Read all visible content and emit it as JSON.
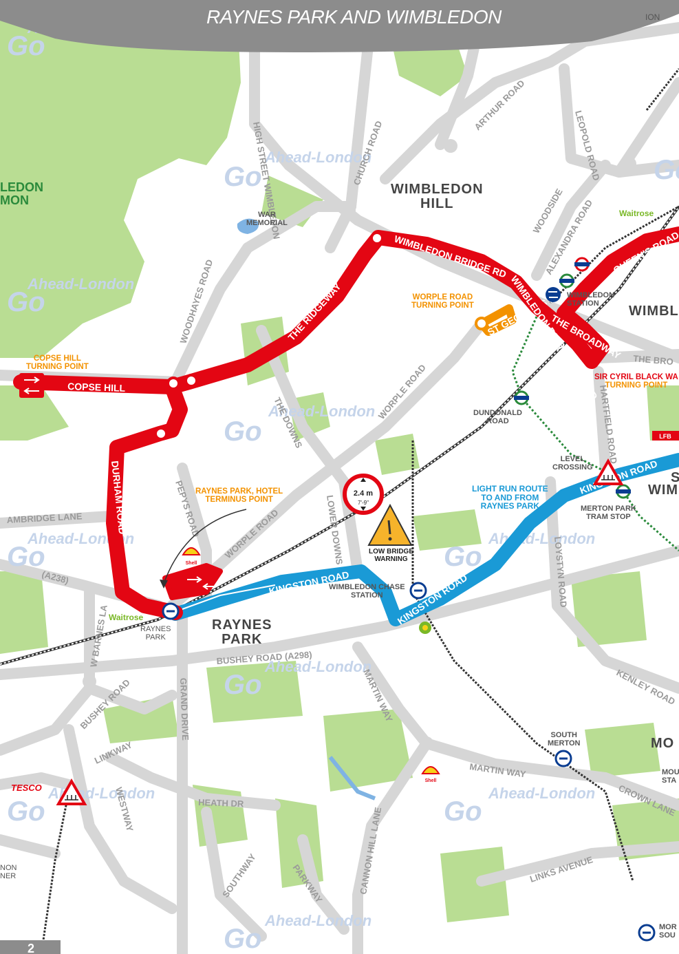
{
  "header": {
    "subtitle": "RAYNES PARK AND WIMBLEDON",
    "edge_fragment": "ION"
  },
  "watermark": {
    "brand": "Ahead-London",
    "mark": "Go"
  },
  "areas": {
    "wimbledon_hill_1": "WIMBLEDON",
    "wimbledon_hill_2": "HILL",
    "raynes_park_1": "RAYNES",
    "raynes_park_2": "PARK",
    "wimb_edge": "WIMBL",
    "wim_edge": "WIM",
    "s_edge": "S",
    "mo_edge": "MO",
    "common_1": "LEDON",
    "common_2": "MON"
  },
  "roads": {
    "the_ridgeway": "THE RIDGEWAY",
    "copse_hill": "COPSE HILL",
    "durham_road": "DURHAM ROAD",
    "wimbledon_bridge_rd": "WIMBLEDON BRIDGE RD",
    "wimbledon_bridge": "WIMBLEDON BRIDGE",
    "the_broadway": "THE BROADWAY",
    "hartfield_road": "HARTFIELD ROAD",
    "queens_road": "QUEEN'S ROAD",
    "kingston_road_1": "KINGSTON ROAD",
    "kingston_road_2": "KINGSTON ROAD",
    "kingston_road_3": "KINGSTON ROAD",
    "worple_road_1": "WORPLE ROAD",
    "worple_road_2": "WORPLE ROAD",
    "high_street": "HIGH STREET WIMBLEDON",
    "church_road": "CHURCH ROAD",
    "arthur_road": "ARTHUR ROAD",
    "leopold_road": "LEOPOLD ROAD",
    "woodside": "WOODSIDE",
    "alexandra_road": "ALEXANDRA ROAD",
    "woodhayes_road": "WOODHAYES ROAD",
    "the_downs": "THE DOWNS",
    "pepys_road": "PEPYS ROAD",
    "cambridge_lane": "AMBRIDGE LANE",
    "lower_downs_rd": "LOWER DOWNS RD",
    "bushey_road": "BUSHEY ROAD (A298)",
    "grand_drive": "GRAND DRIVE",
    "martin_way_1": "MARTIN WAY",
    "martin_way_2": "MARTIN WAY",
    "crown_lane": "CROWN LANE",
    "kenley_road": "KENLEY ROAD",
    "links_avenue": "LINKS AVENUE",
    "heath_dr": "HEATH DR",
    "cannon_hill_lane": "CANNON HILL LANE",
    "parkway": "PARKWAY",
    "southway": "SOUTHWAY",
    "westway": "WESTWAY",
    "linkway": "LINKWAY",
    "bushey_road_2": "BUSHEY ROAD",
    "w_barnes_la": "W BARNES LA",
    "the_broadway_2": "THE BRO",
    "loveston_road": "LOYSTYN ROAD",
    "hartfield_road_2": "HARTFIELD ROAD",
    "a238": "(A238)",
    "worple_rd_small": "ST GEORGE'S RD"
  },
  "places": {
    "war_memorial_1": "WAR",
    "war_memorial_2": "MEMORIAL",
    "wimbledon_station_1": "WIMBLEDON",
    "wimbledon_station_2": "STATION",
    "dundonald_1": "DUNDONALD",
    "dundonald_2": "ROAD",
    "level_crossing_1": "LEVEL",
    "level_crossing_2": "CROSSING",
    "merton_park_1": "MERTON PARK",
    "merton_park_2": "TRAM STOP",
    "wimbledon_chase_1": "WIMBLEDON CHASE",
    "wimbledon_chase_2": "STATION",
    "raynes_park_stn_1": "RAYNES",
    "raynes_park_stn_2": "PARK",
    "south_merton_1": "SOUTH",
    "south_merton_2": "MERTON",
    "waitrose_1": "Waitrose",
    "waitrose_2": "Waitrose",
    "tesco": "TESCO",
    "shell": "Shell",
    "lfb": "LFB",
    "left_edge_1": "NON",
    "left_edge_2": "NER",
    "right_edge_1": "MOR",
    "right_edge_2": "SOU",
    "right_edge_3": "MOU",
    "right_edge_4": "STA",
    "page_num": "2"
  },
  "callouts": {
    "copse_hill_tp_1": "COPSE HILL",
    "copse_hill_tp_2": "TURNING POINT",
    "worple_tp_1": "WORPLE ROAD",
    "worple_tp_2": "TURNING POINT",
    "sir_cyril_1": "SIR CYRIL BLACK WA",
    "sir_cyril_2": "TURNING POINT",
    "raynes_hotel_1": "RAYNES PARK, HOTEL",
    "raynes_hotel_2": "TERMINUS POINT",
    "light_run_1": "LIGHT RUN ROUTE",
    "light_run_2": "TO AND FROM",
    "light_run_3": "RAYNES PARK",
    "low_bridge_1": "LOW BRIDGE",
    "low_bridge_2": "WARNING",
    "height_1": "2.4 m",
    "height_2": "7'-9\""
  },
  "colors": {
    "route_red": "#e30613",
    "light_run_blue": "#1a9ad6",
    "turning_orange": "#f39200",
    "park_green": "#b9dd93",
    "road_grey": "#d6d6d6",
    "header_grey": "#8c8c8c"
  }
}
